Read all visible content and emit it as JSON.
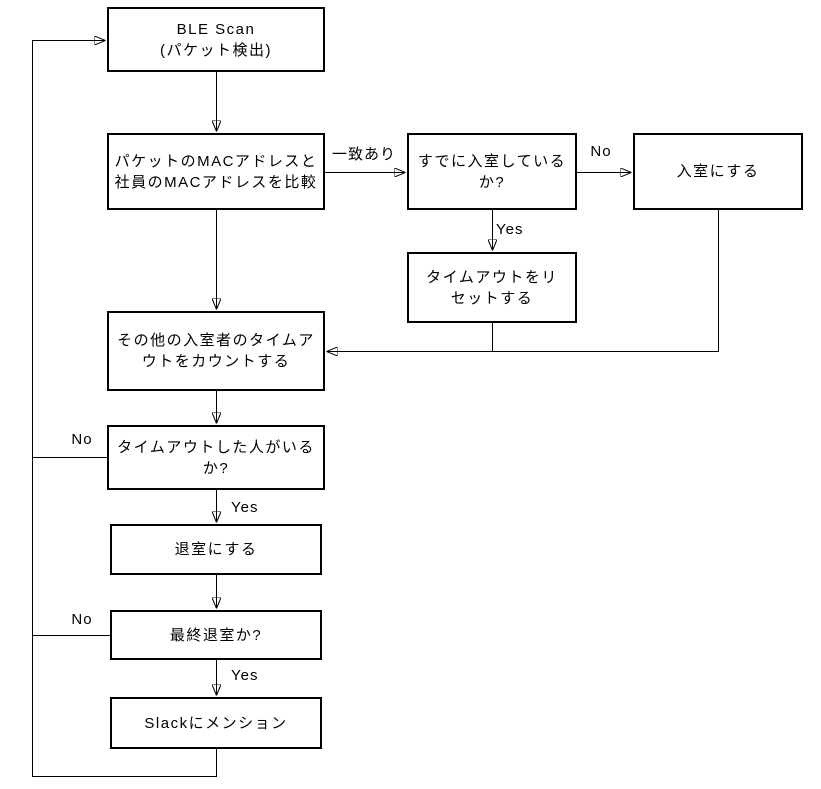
{
  "colors": {
    "background": "#ffffff",
    "box_fill": "#ffffff",
    "box_border": "#000000",
    "line": "#000000",
    "text": "#000000"
  },
  "nodes": {
    "ble_scan": "BLE Scan\n(パケット検出)",
    "compare_mac": "パケットのMACアドレスと\n社員のMACアドレスを比較",
    "already_entered": "すでに入室している\nか?",
    "set_entered": "入室にする",
    "reset_timeout": "タイムアウトをリ\nセットする",
    "count_timeout": "その他の入室者のタイムア\nウトをカウントする",
    "anyone_timeout": "タイムアウトした人がいる\nか?",
    "set_exited": "退室にする",
    "final_exit": "最終退室か?",
    "slack_mention": "Slackにメンション"
  },
  "edge_labels": {
    "match_found": "一致あり",
    "no_already_entered": "No",
    "yes_already_entered": "Yes",
    "no_anyone_timeout": "No",
    "yes_anyone_timeout": "Yes",
    "no_final_exit": "No",
    "yes_final_exit": "Yes"
  }
}
